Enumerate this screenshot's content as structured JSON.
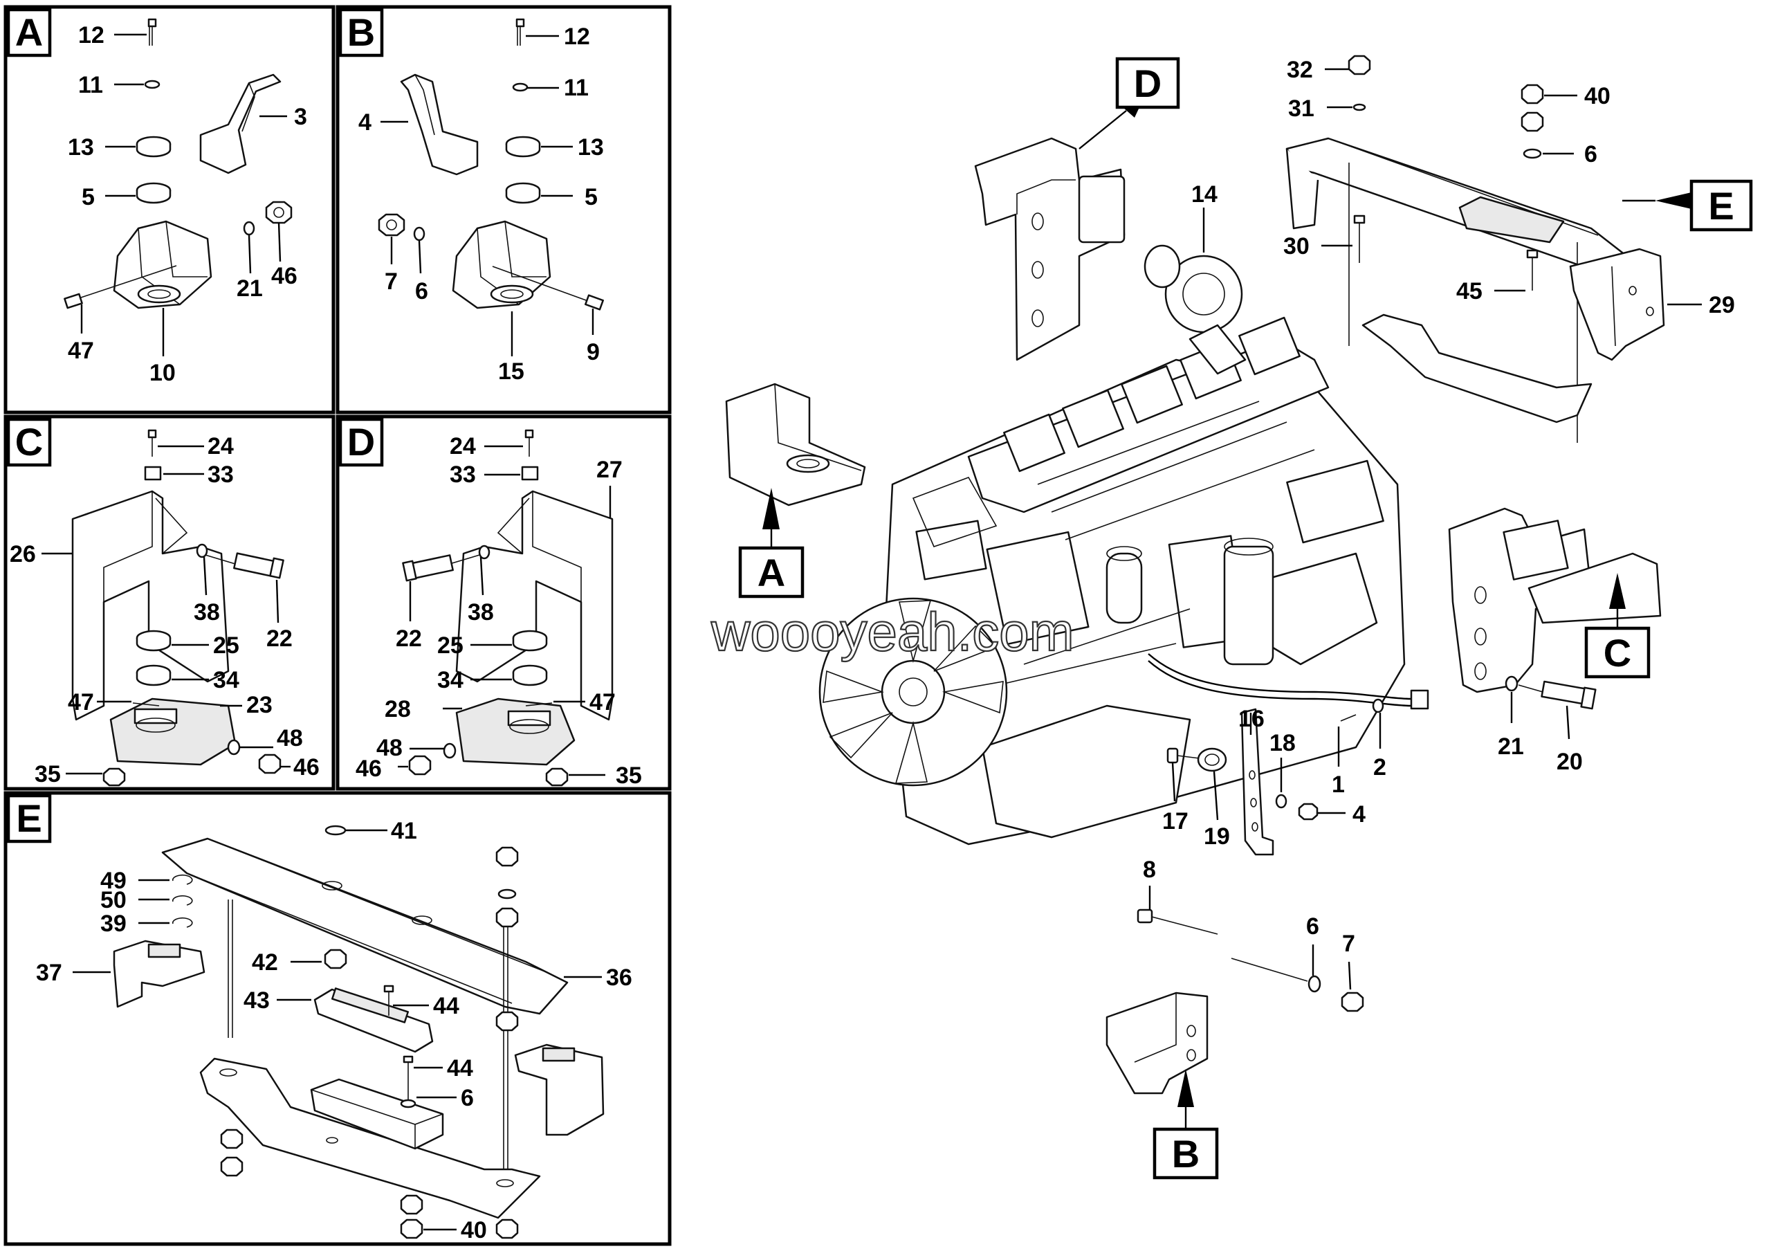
{
  "watermark": "woooyeah.com",
  "panels": [
    {
      "id": "A",
      "letter": "A",
      "labels": [
        "12",
        "11",
        "3",
        "13",
        "5",
        "21",
        "46",
        "47",
        "10"
      ]
    },
    {
      "id": "B",
      "letter": "B",
      "labels": [
        "12",
        "11",
        "4",
        "13",
        "5",
        "7",
        "6",
        "9",
        "15"
      ]
    },
    {
      "id": "C",
      "letter": "C",
      "labels": [
        "24",
        "33",
        "26",
        "38",
        "22",
        "25",
        "34",
        "47",
        "23",
        "48",
        "46",
        "35"
      ]
    },
    {
      "id": "D",
      "letter": "D",
      "labels": [
        "24",
        "33",
        "27",
        "22",
        "38",
        "25",
        "34",
        "28",
        "47",
        "48",
        "46",
        "35"
      ]
    },
    {
      "id": "E",
      "letter": "E",
      "labels": [
        "41",
        "49",
        "50",
        "39",
        "36",
        "37",
        "42",
        "43",
        "44",
        "44",
        "6",
        "40"
      ]
    }
  ],
  "main": {
    "callouts": [
      "A",
      "B",
      "C",
      "D",
      "E"
    ],
    "labels": [
      "14",
      "32",
      "31",
      "40",
      "6",
      "30",
      "45",
      "29",
      "21",
      "20",
      "16",
      "18",
      "1",
      "2",
      "4",
      "17",
      "19",
      "8",
      "6",
      "7"
    ]
  }
}
